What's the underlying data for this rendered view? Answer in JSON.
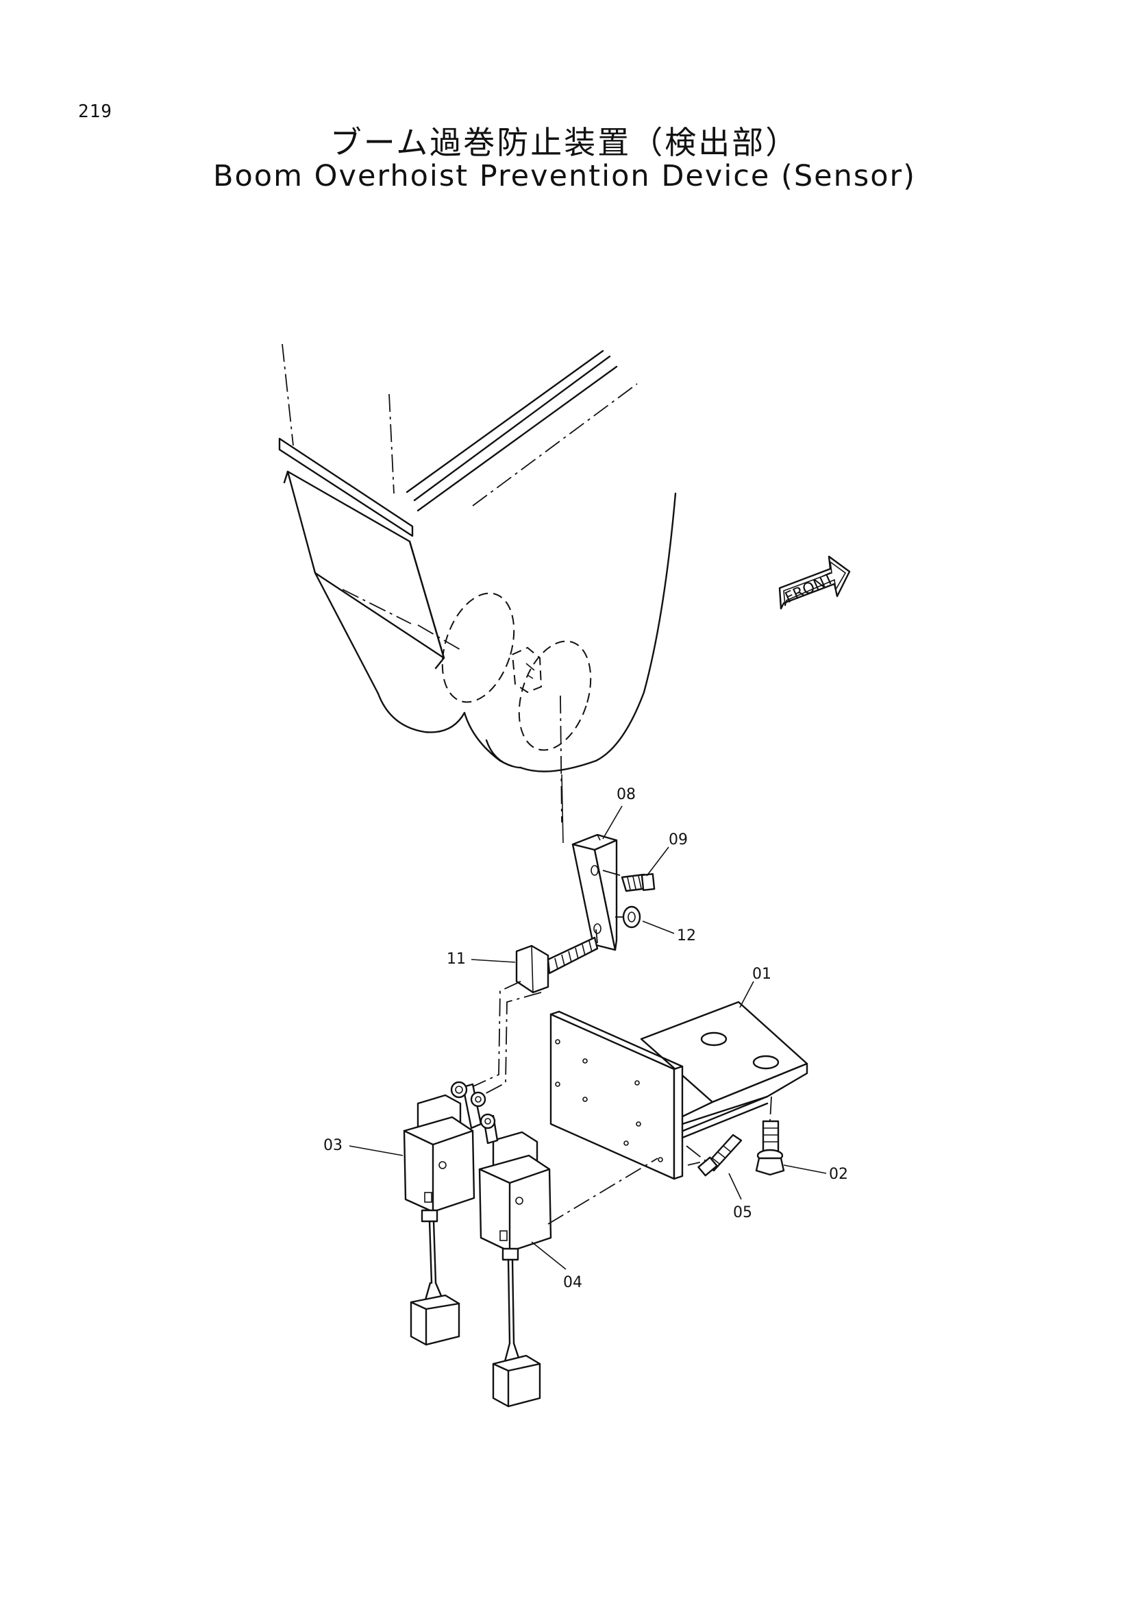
{
  "page_number": "219",
  "title_jp": "ブーム過巻防止装置（検出部）",
  "title_en": "Boom Overhoist Prevention Device (Sensor)",
  "front_label": "FRONT",
  "callouts": {
    "c01": "01",
    "c02": "02",
    "c03": "03",
    "c04": "04",
    "c05": "05",
    "c08": "08",
    "c09": "09",
    "c11": "11",
    "c12": "12"
  }
}
